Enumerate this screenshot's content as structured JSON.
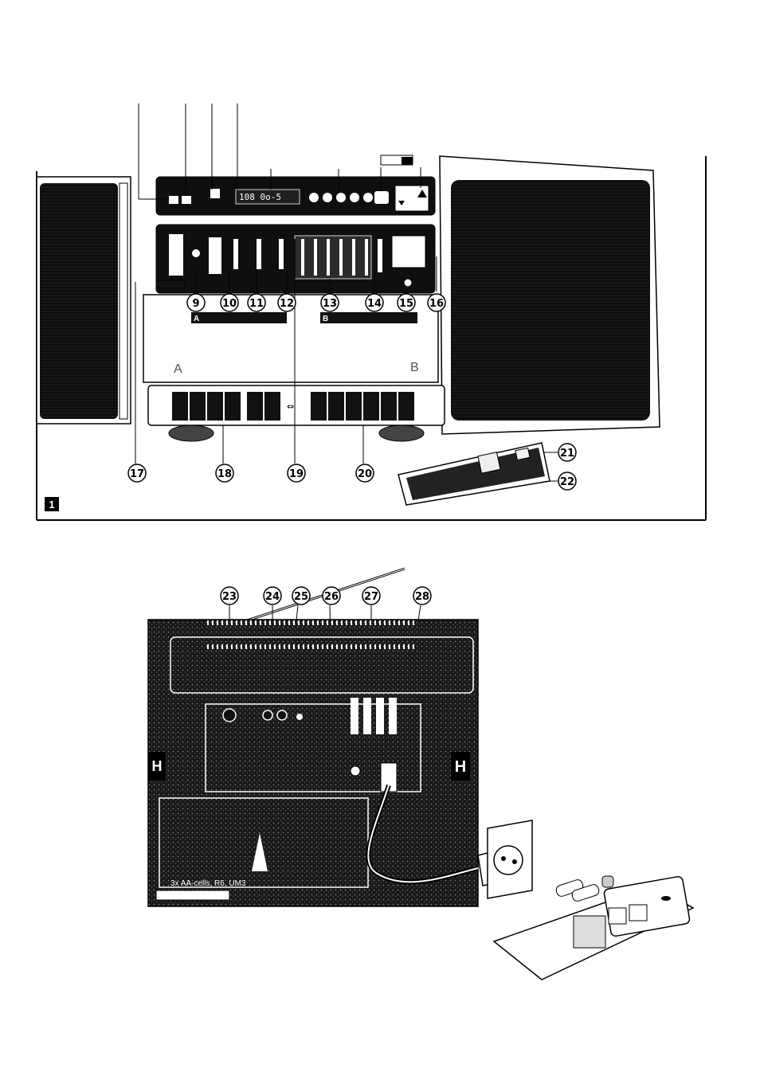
{
  "figure": {
    "number": "1"
  },
  "display": {
    "text": "108 0o-5"
  },
  "cassette": {
    "deck_a": "A",
    "deck_b": "B",
    "side_a": "A",
    "side_b": "B"
  },
  "callouts_top": [
    "9",
    "10",
    "11",
    "12",
    "13",
    "14",
    "15",
    "16"
  ],
  "callouts_bottom": [
    "17",
    "18",
    "19",
    "20",
    "21",
    "22"
  ],
  "callouts_rear": [
    "23",
    "24",
    "25",
    "26",
    "27",
    "28"
  ],
  "rear": {
    "battery_caption": "3x AA-cells, R6, UM3",
    "handle_left": "H",
    "handle_right": "H"
  }
}
